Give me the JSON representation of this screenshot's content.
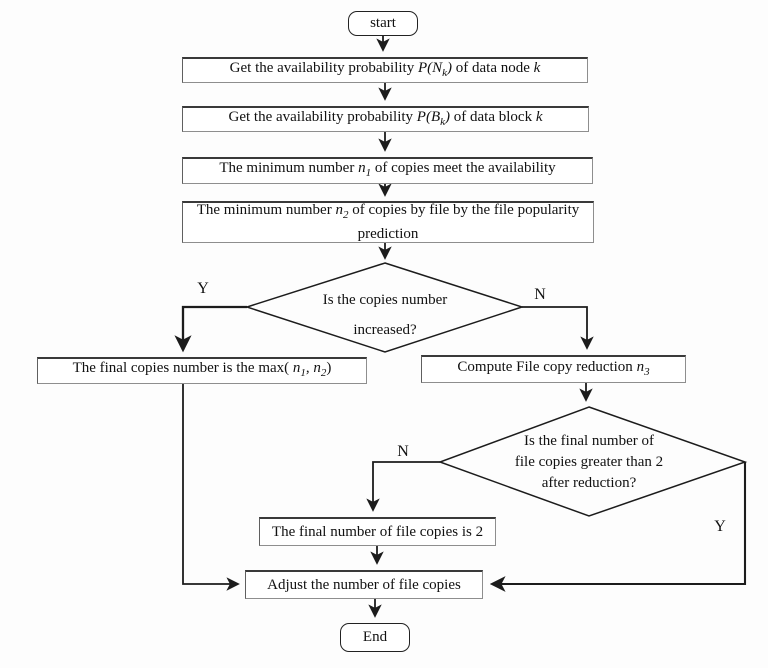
{
  "page": {
    "background_color": "#fdfdfd",
    "line_color": "#1c1c1c",
    "text_color": "#111111",
    "box_border_color": "#8e8e8e",
    "box_border_top_color": "#3a3a3a"
  },
  "nodes": {
    "start": {
      "label": "start"
    },
    "get_node_prob": {
      "segments": [
        {
          "t": "Get the availability probability ",
          "s": "plain"
        },
        {
          "t": "P(N",
          "s": "math"
        },
        {
          "t": "k",
          "s": "sub"
        },
        {
          "t": ")",
          "s": "math"
        },
        {
          "t": " of data node ",
          "s": "plain"
        },
        {
          "t": "k",
          "s": "math"
        }
      ]
    },
    "get_block_prob": {
      "segments": [
        {
          "t": "Get the availability probability ",
          "s": "plain"
        },
        {
          "t": "P(B",
          "s": "math"
        },
        {
          "t": "k",
          "s": "sub"
        },
        {
          "t": ")",
          "s": "math"
        },
        {
          "t": " of data block ",
          "s": "plain"
        },
        {
          "t": "k",
          "s": "math"
        }
      ]
    },
    "min_copies_availability": {
      "segments": [
        {
          "t": "The minimum number ",
          "s": "plain"
        },
        {
          "t": "n",
          "s": "math"
        },
        {
          "t": "1",
          "s": "sub"
        },
        {
          "t": " of copies meet the availability",
          "s": "plain"
        }
      ]
    },
    "min_copies_popularity": {
      "segments": [
        {
          "t": "The minimum number ",
          "s": "plain"
        },
        {
          "t": "n",
          "s": "math"
        },
        {
          "t": "2",
          "s": "sub"
        },
        {
          "t": " of copies by file by the file popularity prediction",
          "s": "plain"
        }
      ]
    },
    "decision_copies_increased": {
      "lines": [
        "Is the copies number",
        "increased?"
      ]
    },
    "final_max": {
      "segments": [
        {
          "t": "The final copies number is the max( ",
          "s": "plain"
        },
        {
          "t": "n",
          "s": "math"
        },
        {
          "t": "1",
          "s": "sub"
        },
        {
          "t": ", ",
          "s": "plain"
        },
        {
          "t": "n",
          "s": "math"
        },
        {
          "t": "2",
          "s": "sub"
        },
        {
          "t": ")",
          "s": "plain"
        }
      ]
    },
    "compute_reduction": {
      "segments": [
        {
          "t": "Compute File copy reduction ",
          "s": "plain"
        },
        {
          "t": "n",
          "s": "math"
        },
        {
          "t": "3",
          "s": "sub"
        }
      ]
    },
    "decision_greater_than_two": {
      "lines": [
        "Is the final number of",
        "file copies greater than 2",
        "after reduction?"
      ]
    },
    "final_two": {
      "label": "The final number of file copies is 2"
    },
    "adjust": {
      "label": "Adjust the number of file copies"
    },
    "end": {
      "label": "End"
    }
  },
  "branch_labels": {
    "d1_yes": "Y",
    "d1_no": "N",
    "d2_no": "N",
    "d2_yes": "Y"
  }
}
